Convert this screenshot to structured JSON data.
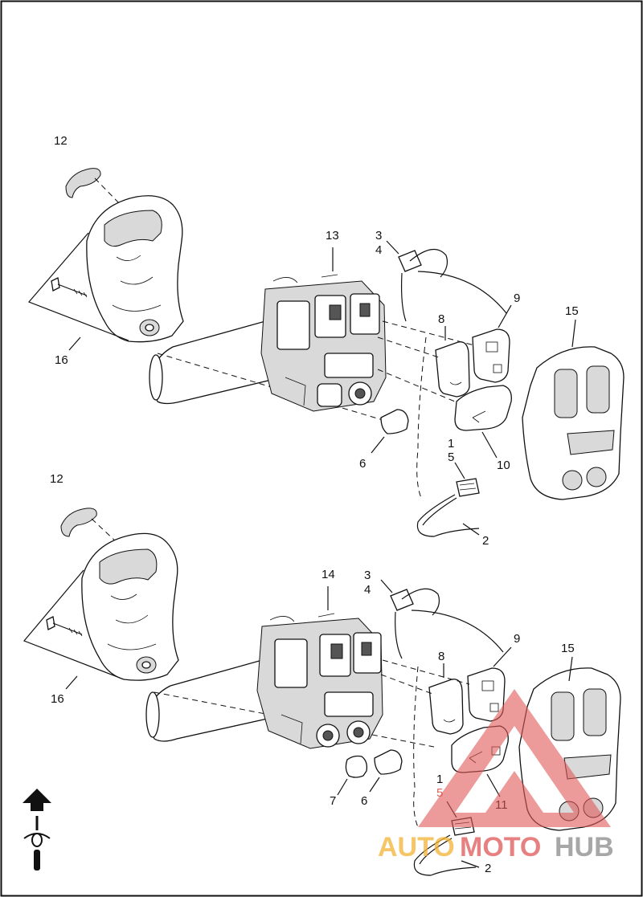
{
  "diagram": {
    "callouts_upper": {
      "c12": "12",
      "c16": "16",
      "c13": "13",
      "c3": "3",
      "c4": "4",
      "c9": "9",
      "c8": "8",
      "c15": "15",
      "c1": "1",
      "c5": "5",
      "c10": "10",
      "c6": "6",
      "c2": "2"
    },
    "callouts_lower": {
      "c12": "12",
      "c16": "16",
      "c14": "14",
      "c3": "3",
      "c4": "4",
      "c9": "9",
      "c8": "8",
      "c15": "15",
      "c1": "1",
      "c5": "5",
      "c11": "11",
      "c7": "7",
      "c6": "6",
      "c2": "2"
    },
    "watermark": {
      "part1": "AUTO",
      "part2": "MOTO",
      "part3": "HUB",
      "colors": {
        "orange": "#f2b233",
        "red": "#e05656",
        "gray": "#8a8a8a"
      }
    },
    "orientation_icon": "front-arrow-motorcycle-icon"
  }
}
